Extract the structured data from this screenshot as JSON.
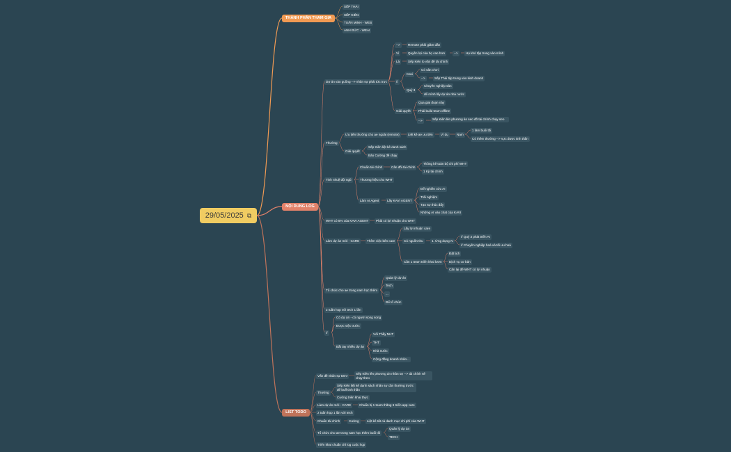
{
  "root": {
    "label": "29/05/2025"
  },
  "branches": {
    "participants": {
      "label": "THÀNH PHẦN THAM GIA",
      "items": [
        "SẾP THÁI",
        "SẾP KIÊN",
        "TUẤN MINH - WEB",
        "ANH ĐỨC - WEAI"
      ]
    },
    "content": {
      "label": "NỘI DUNG LOG",
      "t1": {
        "label": "Dự án vào guồng --> nhân sự phải tức trực",
        "arrow1": "-->",
        "remote": "Remote phải giảm dần",
        "vi": "Vì",
        "vi_text": "Quyền lợi của họ cao hơn",
        "arrow2": "-->",
        "vi_result": "Họ khó tập trung vào mình",
        "la": "Là",
        "la_text": "Sếp Kiên lo vấn đề tài chính",
        "slash": "//",
        "kavi": "Kavi",
        "kavi_a": "Có sân chơi",
        "arrow3": "-->",
        "kavi_b": "Sếp Thái tập trung vào kinh doanh",
        "quy3": "Quý 3",
        "quy3_a": "Chuyên nghiệp sản",
        "quy3_b": "để mình lấy dự án nhà nước",
        "giaiquyet": "Giải quyết",
        "gq_a": "Qua giai đoạn này",
        "gq_b": "Phải build team offline",
        "arrow4": "-->",
        "gq_c": "Sếp Kiên lên phương án seo đồ tài chính chạy seo"
      },
      "t2": {
        "label": "Thưởng",
        "a": "Ưu tiên thưởng cho ae ngoài (remote)",
        "a1": "Liệt kê ae ưu tiên",
        "a2": "Ví dụ",
        "a3": "Nam",
        "a4": "1 làm buổi tối",
        "a5": "Có thêm thưởng --> vực được tinh thần",
        "gq": "Giải quyết",
        "gq1": "Sếp Kiên liệt kê danh sách",
        "gq2": "Bảo Cường đề chạy"
      },
      "t3": {
        "label": "Tinh nhuệ đội ngũ",
        "a": "Chuẩn tài chính",
        "a1": "Cân đối tài chính",
        "a2": "Thông kê toàn bộ chi phí WHT",
        "a3": "1 Kỳ tài chính",
        "b": "Thương hiệu cho WHT",
        "c": "Làm AI Agent",
        "c1": "Lấy KAVI AGENT",
        "c2": "Để nghiên cứu AI",
        "c3": "Trải nghiệm",
        "c4": "Tạo sự thúc đẩy",
        "c5": "Những AI vào chat của KAVI"
      },
      "t4": {
        "label": "WHT có 5% của KAVI AGENT",
        "a": "Phải có lợi nhuận cho WHT"
      },
      "t5": {
        "label": "Làm dự án mới - CARE",
        "a": "Thêm việc bên care",
        "a1": "Lấy lợi nhuận care",
        "a2": "Có nguồn thu",
        "a3": "1. Ứng dụng AI",
        "a4": "// Quý 3 phát triển AI",
        "a5": "// Chuyên nghiệp hoá và tối ưu hoá",
        "a6": "Cần 1 team triển khai lươn",
        "a7": "Đặt lịch",
        "a8": "Dịch vụ cơ bản",
        "a9": "Cần lại để WHT có lợi nhuận"
      },
      "t6": {
        "label": "Tổ chức cho ae trong nam học thêm",
        "items": [
          "Quản lý dự án",
          "Tech",
          "...",
          "Để tổ chức"
        ]
      },
      "t7": {
        "label": "2 tuần họp với tech 1 lần"
      },
      "t8": {
        "label": "//",
        "a": "Có dự án - có người song song",
        "b": "Được việc trước",
        "c": "Bắt tay nhiều dự án",
        "c_items": [
          "Với Thầy NHT",
          "THT",
          "Nhà nước",
          "Cộng đồng doanh nhân..."
        ]
      }
    },
    "todo": {
      "label": "LIST TODO",
      "t1": "Vấn đề nhân sự DEV",
      "t1a": "Sếp Kiên lên phương án nhân sự --> tài chính sẽ chạy theo",
      "t2": "Thưởng",
      "t2a": "Sếp Kiên liệt kê danh sách nhân sự cần thưởng trước để buff tinh thần",
      "t2b": "Cường triển khai thực",
      "t3": "Làm dự án mới - CARE",
      "t3a": "Chuẩn bị 1 team thăng 6 triển app care",
      "t4": "2 tuần họp 1 lần với tech",
      "t5": "Chuẩn tài chính",
      "t5a": "Cường",
      "t5b": "Liệt kê tất cả danh mục chi phí của WHT",
      "t6": "Tổ chức cho ae trong nam học thêm buổi tối",
      "t6a": "Quản lý dự án",
      "t6b": "TECH",
      "t7": "Triển khai chuẩn chỉ log cuộc họp"
    }
  }
}
